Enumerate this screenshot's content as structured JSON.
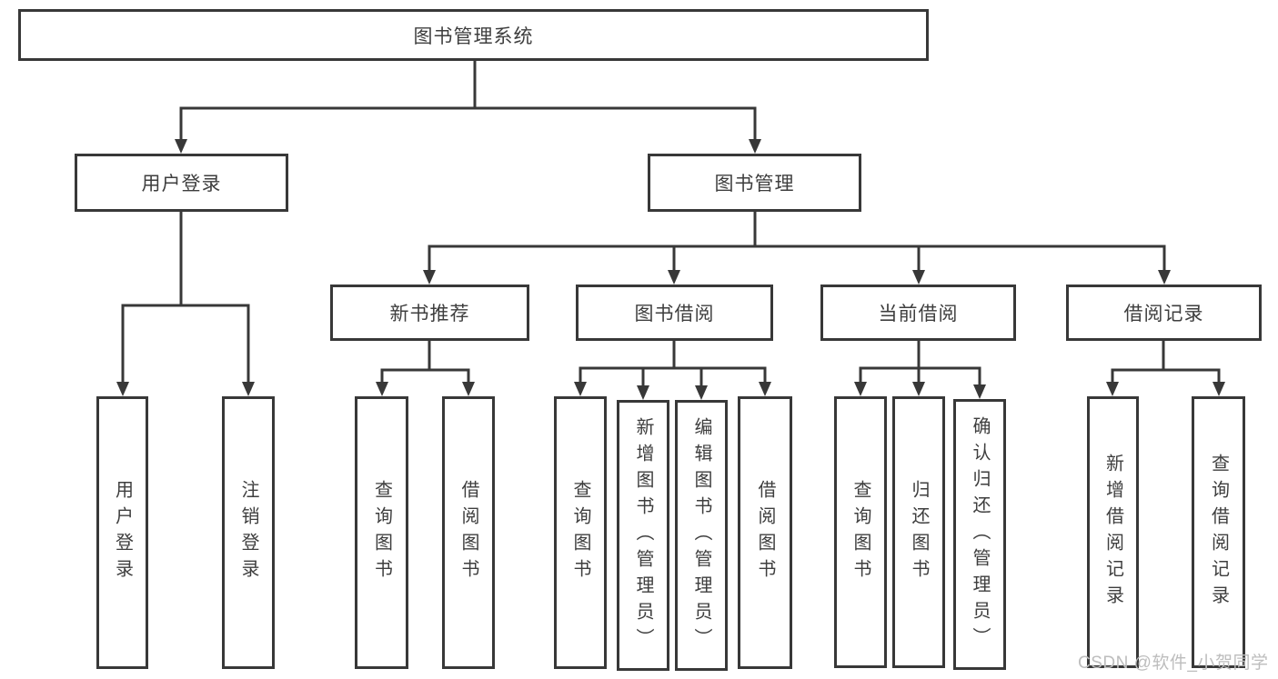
{
  "colors": {
    "background": "#ffffff",
    "line": "#383838",
    "box_border": "#383838",
    "text": "#3e3e3e",
    "watermark": "#bdbdbd"
  },
  "tree": {
    "root": "图书管理系统",
    "branches": [
      {
        "label": "用户登录",
        "children": [
          "用户登录",
          "注销登录"
        ]
      },
      {
        "label": "图书管理",
        "sections": [
          {
            "label": "新书推荐",
            "children": [
              "查询图书",
              "借阅图书"
            ]
          },
          {
            "label": "图书借阅",
            "children": [
              "查询图书",
              "新增图书（管理员）",
              "编辑图书（管理员）",
              "借阅图书"
            ]
          },
          {
            "label": "当前借阅",
            "children": [
              "查询图书",
              "归还图书",
              "确认归还（管理员）"
            ]
          },
          {
            "label": "借阅记录",
            "children": [
              "新增借阅记录",
              "查询借阅记录"
            ]
          }
        ]
      }
    ]
  },
  "watermark": {
    "text": "CSDN @软件_小贺同学"
  }
}
